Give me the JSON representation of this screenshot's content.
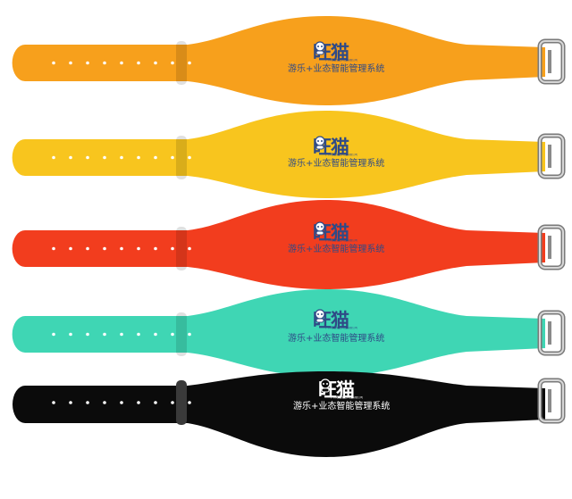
{
  "brand": {
    "name": "旺猫",
    "subtitle": "广州旺猫信息科技有限公司",
    "slogan": "游乐+业态智能管理系统"
  },
  "wristbands": [
    {
      "id": "orange",
      "color": "#f7a01c",
      "text_color": "#2f4a86"
    },
    {
      "id": "yellow",
      "color": "#f8c51e",
      "text_color": "#2f4a86"
    },
    {
      "id": "red",
      "color": "#f23d1e",
      "text_color": "#2f4a86"
    },
    {
      "id": "teal",
      "color": "#3fd6b4",
      "text_color": "#2f4a86"
    },
    {
      "id": "black",
      "color": "#0b0b0b",
      "text_color": "#ffffff"
    }
  ]
}
